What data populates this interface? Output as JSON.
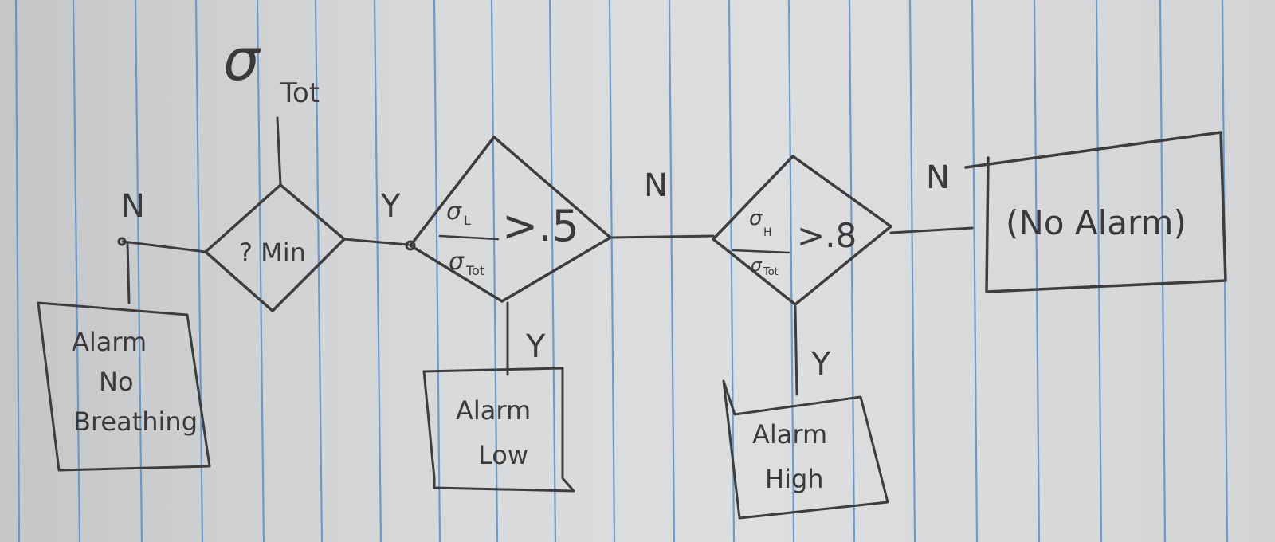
{
  "diagram": {
    "sigma_tot_top": "σ",
    "sigma_tot_top_sub": "Tot",
    "d1": {
      "label": "? Min",
      "yes_label": "Y",
      "no_label": "N"
    },
    "d2": {
      "num": "σ",
      "num_sub": "L",
      "den": "σ",
      "den_sub": "Tot",
      "cmp": ">.5",
      "yes_label": "Y",
      "no_label": "N"
    },
    "d3": {
      "num": "σ",
      "num_sub": "H",
      "den": "σ",
      "den_sub": "Tot",
      "cmp": ">.8",
      "yes_label": "Y",
      "no_label": "N"
    },
    "box_no_breathing": [
      "Alarm",
      "No",
      "Breathing"
    ],
    "box_low": [
      "Alarm",
      "Low"
    ],
    "box_high": [
      "Alarm",
      "High"
    ],
    "box_no_alarm": "(No Alarm)"
  },
  "colors": {
    "ink": "#3d3d3f",
    "rule": "#5b8fc9",
    "paper": "#dadbdd"
  }
}
